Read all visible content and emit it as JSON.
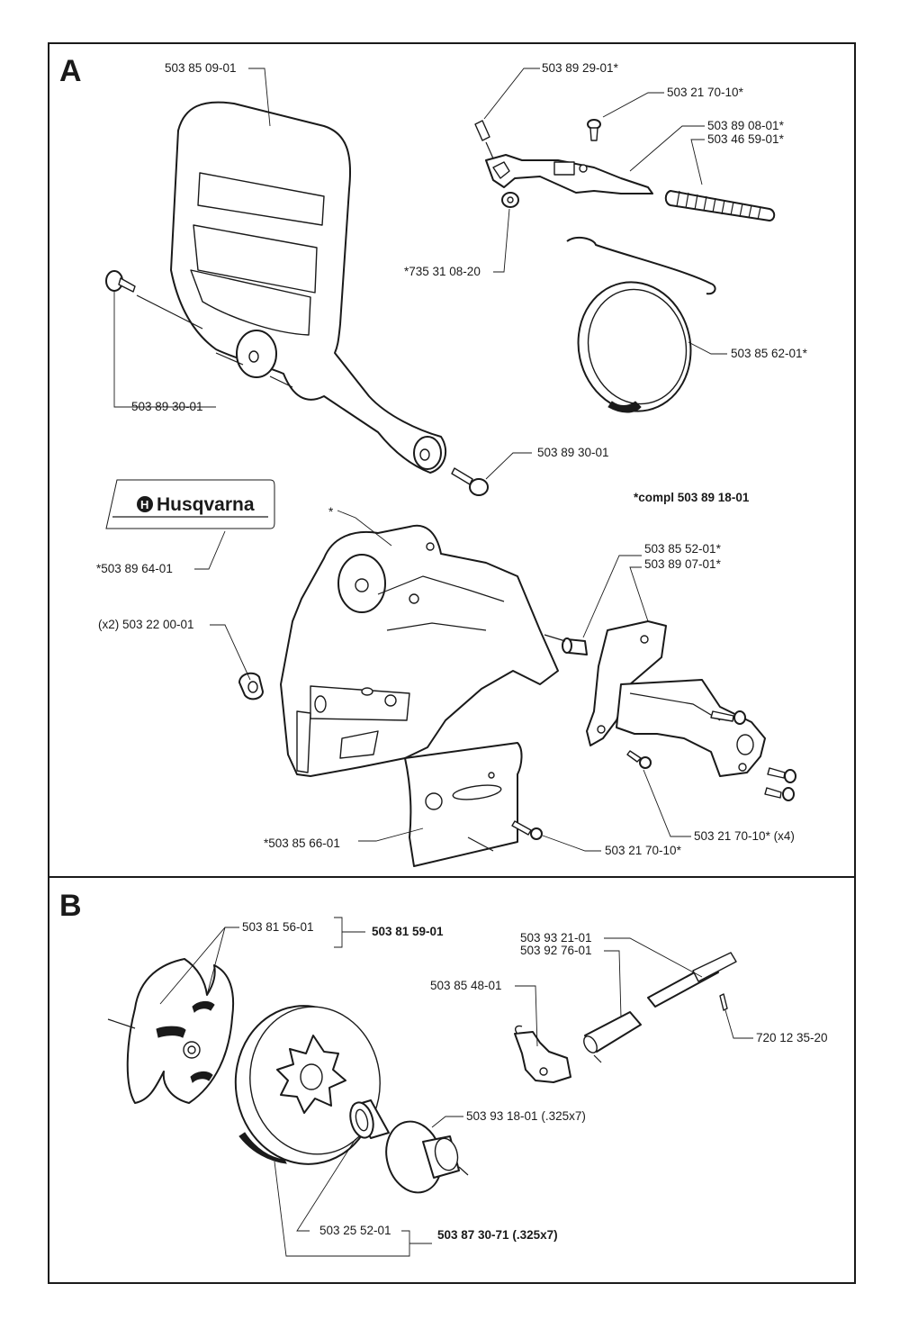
{
  "sections": {
    "a_letter": "A",
    "b_letter": "B"
  },
  "logo": {
    "brand": "Husqvarna"
  },
  "section_a": {
    "labels": {
      "handguard": "503 85 09-01",
      "pin": "503 89 29-01*",
      "screw_top": "503 21 70-10*",
      "lever": "503 89 08-01*",
      "spring": "503 46 59-01*",
      "washer": "*735 31 08-20",
      "brake_band": "503 85 62-01*",
      "bushing_left": "503 89 30-01",
      "bushing_right": "503 89 30-01",
      "compl": "*compl 503 89 18-01",
      "decal": "*503 89 64-01",
      "cover": "*",
      "pin_right": "503 85 52-01*",
      "cover_plate": "503 89 07-01*",
      "nut": "(x2) 503 22 00-01",
      "screws_x4": "503 21 70-10* (x4)",
      "guide_plate": "*503 85 66-01",
      "screw_bottom": "503 21 70-10*"
    }
  },
  "section_b": {
    "labels": {
      "clutch_shoe": "503 81 56-01",
      "clutch_kit": "503 81 59-01",
      "shaft": "503 93 21-01",
      "shaft_alt": "503 92 76-01",
      "arm": "503 85 48-01",
      "spring_pin": "720 12 35-20",
      "drum_bearing": "503 93 18-01 (.325x7)",
      "needle_bearing": "503 25 52-01",
      "drum_kit": "503 87 30-71 (.325x7)"
    }
  }
}
